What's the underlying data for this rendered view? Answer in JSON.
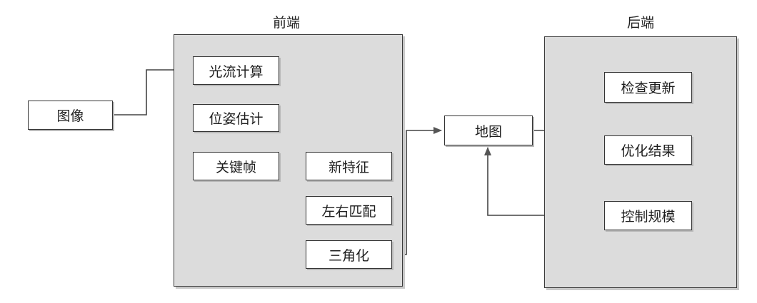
{
  "panels": {
    "frontend": {
      "title": "前端"
    },
    "backend": {
      "title": "后端"
    }
  },
  "nodes": {
    "image": "图像",
    "optical_flow": "光流计算",
    "pose_estimation": "位姿估计",
    "keyframe": "关键帧",
    "new_features": "新特征",
    "stereo_matching": "左右匹配",
    "triangulation": "三角化",
    "map": "地图",
    "check_update": "检查更新",
    "optimize_result": "优化结果",
    "control_scale": "控制规模"
  },
  "colors": {
    "panel_fill": "#dcdcdc",
    "border": "#333333",
    "arrow": "#555555"
  }
}
